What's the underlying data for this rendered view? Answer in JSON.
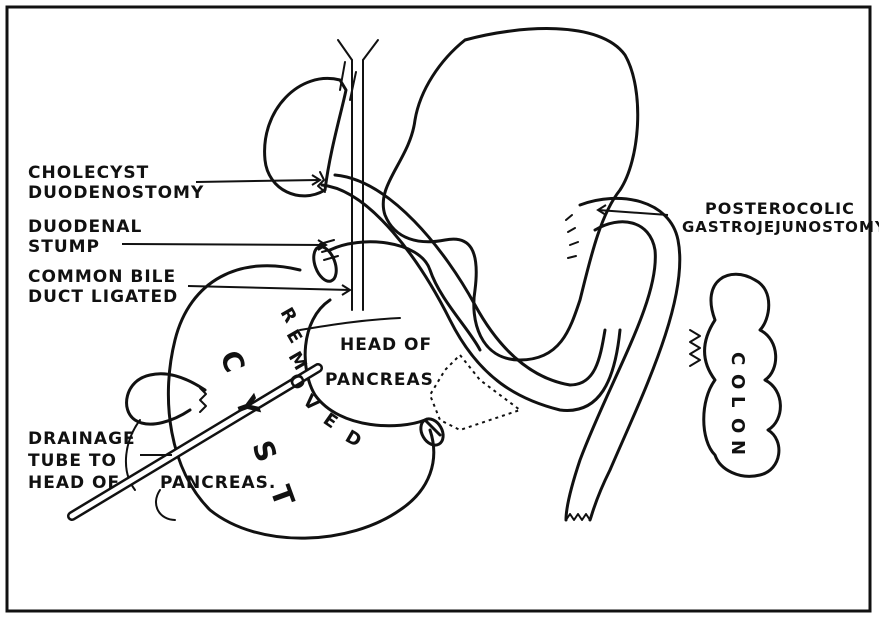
{
  "labels": {
    "cholecystduodenostomy_line1": "CHOLECYST",
    "cholecystduodenostomy_line2": "DUODENOSTOMY",
    "duodenal_stump_line1": "DUODENAL",
    "duodenal_stump_line2": "STUMP",
    "common_bile_line1": "COMMON BILE",
    "common_bile_line2": "DUCT LIGATED",
    "drainage_line1": "DRAINAGE",
    "drainage_line2": "TUBE TO",
    "drainage_line3": "HEAD OF",
    "drainage_line4": "PANCREAS.",
    "posterocolic_line1": "POSTEROCOLIC",
    "posterocolic_line2": "GASTROJEJUNOSTOMY",
    "head_of_pancreas_line1": "HEAD OF",
    "head_of_pancreas_line2": "PANCREAS",
    "cyst_letters": [
      "C",
      "Y",
      "S",
      "T"
    ],
    "removed_letters": [
      "R",
      "E",
      "M",
      "O",
      "V",
      "E",
      "D"
    ],
    "colon_letters": [
      "C",
      "O",
      "L",
      "O",
      "N"
    ]
  }
}
